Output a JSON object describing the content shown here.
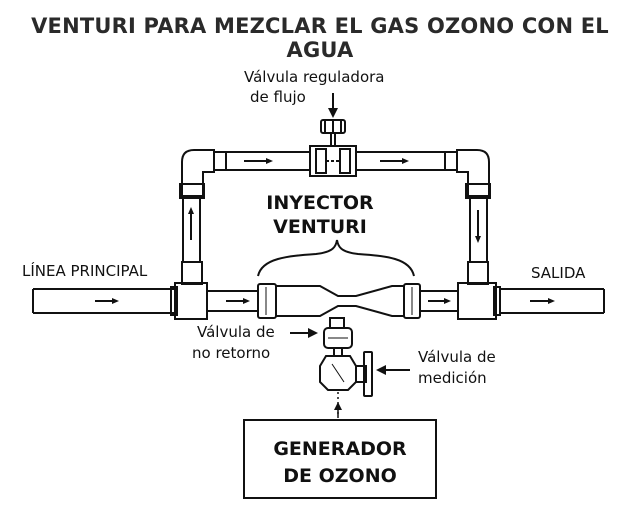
{
  "title": "VENTURI PARA MEZCLAR EL GAS OZONO CON EL AGUA",
  "labels": {
    "flow_valve_line1": "Válvula reguladora",
    "flow_valve_line2": "de flujo",
    "injector_line1": "INYECTOR",
    "injector_line2": "VENTURI",
    "main_line": "LÍNEA PRINCIPAL",
    "outlet": "SALIDA",
    "check_valve_line1": "Válvula de",
    "check_valve_line2": "no retorno",
    "metering_valve_line1": "Válvula de",
    "metering_valve_line2": "medición",
    "generator_line1": "GENERADOR",
    "generator_line2": "DE OZONO"
  },
  "colors": {
    "ink": "#111111",
    "title": "#2a2a2a",
    "background": "#ffffff"
  }
}
